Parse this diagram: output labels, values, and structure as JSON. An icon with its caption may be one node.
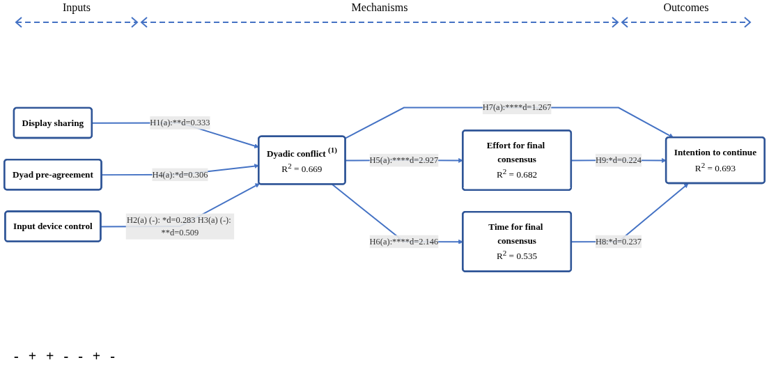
{
  "diagram": {
    "nodes": [
      {
        "text": [
          "Display sharing"
        ]
      },
      {
        "text": [
          "Dyad pre-agreement"
        ]
      },
      {
        "text": [
          "Input device control"
        ]
      },
      {
        "text": [
          "Dyadic conflict $^{(1)}$",
          "R$^{2}$ = 0.669"
        ]
      },
      {
        "text": [
          "Effort for final consensus",
          "R$^{2}$ = 0.682"
        ]
      },
      {
        "text": [
          "Time for final consensus",
          "R$^{2}$ = 0.535"
        ]
      },
      {
        "text": [
          "Intention to continue",
          "R$^{2}$ = 0.693"
        ]
      }
    ],
    "edges": [
      {
        "from": 0,
        "to": 3,
        "arrow": "to",
        "label": "H1(a):**d=0.333"
      },
      {
        "from": 1,
        "to": 3,
        "arrow": "to",
        "label": "H4(a):*d=0.306"
      },
      {
        "from": 2,
        "to": 3,
        "arrow": "to",
        "label": "H2(a) (-): *d=0.283 H3(a) (-): **d=0.509"
      },
      {
        "from": 3,
        "to": 4,
        "arrow": "to",
        "label": "H5(a):****d=2.927"
      },
      {
        "from": 3,
        "to": 6,
        "arrow": "to",
        "label": "H7(a):****d=1.267"
      },
      {
        "from": 3,
        "to": 5,
        "arrow": "to",
        "label": "H6(a):****d=2.146"
      },
      {
        "from": 4,
        "to": 6,
        "arrow": "to",
        "label": "H9:*d=0.224"
      },
      {
        "from": 5,
        "to": 6,
        "arrow": "to",
        "label": "H8:*d=0.237"
      }
    ],
    "labels": [
      "Inputs",
      "Mechanisms",
      "Outcomes",
      "-",
      "+",
      "+",
      "-",
      "-",
      "+",
      "-"
    ]
  }
}
